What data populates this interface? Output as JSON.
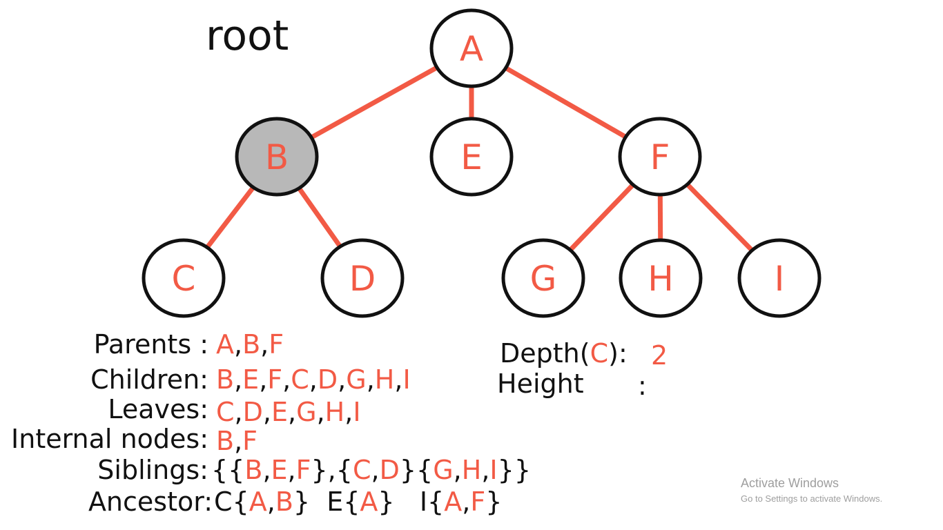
{
  "colors": {
    "accent": "#f25a45",
    "edge": "#f25a45",
    "node_stroke": "#111111",
    "highlight_fill": "#b8b8b8",
    "text": "#111111"
  },
  "root_label": "root",
  "tree": {
    "nodes": [
      {
        "id": "A",
        "label": "A",
        "highlighted": false
      },
      {
        "id": "B",
        "label": "B",
        "highlighted": true
      },
      {
        "id": "E",
        "label": "E",
        "highlighted": false
      },
      {
        "id": "F",
        "label": "F",
        "highlighted": false
      },
      {
        "id": "C",
        "label": "C",
        "highlighted": false
      },
      {
        "id": "D",
        "label": "D",
        "highlighted": false
      },
      {
        "id": "G",
        "label": "G",
        "highlighted": false
      },
      {
        "id": "H",
        "label": "H",
        "highlighted": false
      },
      {
        "id": "I",
        "label": "I",
        "highlighted": false
      }
    ],
    "edges": [
      {
        "from": "A",
        "to": "B"
      },
      {
        "from": "A",
        "to": "E"
      },
      {
        "from": "A",
        "to": "F"
      },
      {
        "from": "B",
        "to": "C"
      },
      {
        "from": "B",
        "to": "D"
      },
      {
        "from": "F",
        "to": "G"
      },
      {
        "from": "F",
        "to": "H"
      },
      {
        "from": "F",
        "to": "I"
      }
    ]
  },
  "properties": {
    "parents": {
      "label": "Parents :",
      "tokens": [
        {
          "t": "A",
          "hl": true
        },
        {
          "t": ",",
          "hl": false
        },
        {
          "t": "B",
          "hl": true
        },
        {
          "t": ",",
          "hl": false
        },
        {
          "t": "F",
          "hl": true
        }
      ]
    },
    "children": {
      "label": "Children:",
      "tokens": [
        {
          "t": "B",
          "hl": true
        },
        {
          "t": ",",
          "hl": false
        },
        {
          "t": "E",
          "hl": true
        },
        {
          "t": ",",
          "hl": false
        },
        {
          "t": "F",
          "hl": true
        },
        {
          "t": ",",
          "hl": false
        },
        {
          "t": "C",
          "hl": true
        },
        {
          "t": ",",
          "hl": false
        },
        {
          "t": "D",
          "hl": true
        },
        {
          "t": ",",
          "hl": false
        },
        {
          "t": "G",
          "hl": true
        },
        {
          "t": ",",
          "hl": false
        },
        {
          "t": "H",
          "hl": true
        },
        {
          "t": ",",
          "hl": false
        },
        {
          "t": "I",
          "hl": true
        }
      ]
    },
    "leaves": {
      "label": "Leaves:",
      "tokens": [
        {
          "t": "C",
          "hl": true
        },
        {
          "t": ",",
          "hl": false
        },
        {
          "t": "D",
          "hl": true
        },
        {
          "t": ",",
          "hl": false
        },
        {
          "t": "E",
          "hl": true
        },
        {
          "t": ",",
          "hl": false
        },
        {
          "t": "G",
          "hl": true
        },
        {
          "t": ",",
          "hl": false
        },
        {
          "t": "H",
          "hl": true
        },
        {
          "t": ",",
          "hl": false
        },
        {
          "t": "I",
          "hl": true
        }
      ]
    },
    "internal_nodes": {
      "label": "Internal nodes:",
      "tokens": [
        {
          "t": "B",
          "hl": true
        },
        {
          "t": ",",
          "hl": false
        },
        {
          "t": "F",
          "hl": true
        }
      ]
    },
    "siblings": {
      "label": "Siblings:",
      "tokens": [
        {
          "t": "{{",
          "hl": false
        },
        {
          "t": "B",
          "hl": true
        },
        {
          "t": ",",
          "hl": false
        },
        {
          "t": "E",
          "hl": true
        },
        {
          "t": ",",
          "hl": false
        },
        {
          "t": "F",
          "hl": true
        },
        {
          "t": "},{",
          "hl": false
        },
        {
          "t": "C",
          "hl": true
        },
        {
          "t": ",",
          "hl": false
        },
        {
          "t": "D",
          "hl": true
        },
        {
          "t": "}{",
          "hl": false
        },
        {
          "t": "G",
          "hl": true
        },
        {
          "t": ",",
          "hl": false
        },
        {
          "t": "H",
          "hl": true
        },
        {
          "t": ",",
          "hl": false
        },
        {
          "t": "I",
          "hl": true
        },
        {
          "t": "}}",
          "hl": false
        }
      ]
    },
    "ancestor": {
      "label": "Ancestor:",
      "tokens": [
        {
          "t": "C{",
          "hl": false
        },
        {
          "t": "A",
          "hl": true
        },
        {
          "t": ",",
          "hl": false
        },
        {
          "t": "B",
          "hl": true
        },
        {
          "t": "}  E{",
          "hl": false
        },
        {
          "t": "A",
          "hl": true
        },
        {
          "t": "}   I{",
          "hl": false
        },
        {
          "t": "A",
          "hl": true
        },
        {
          "t": ",",
          "hl": false
        },
        {
          "t": "F",
          "hl": true
        },
        {
          "t": "}",
          "hl": false
        }
      ]
    }
  },
  "metrics": {
    "depth": {
      "label_pre": "Depth(",
      "label_node": "C",
      "label_post": "):",
      "value": "2"
    },
    "height": {
      "label": "Height",
      "colon": ":",
      "value": ""
    }
  },
  "watermark": {
    "title": "Activate Windows",
    "subtitle": "Go to Settings to activate Windows."
  }
}
